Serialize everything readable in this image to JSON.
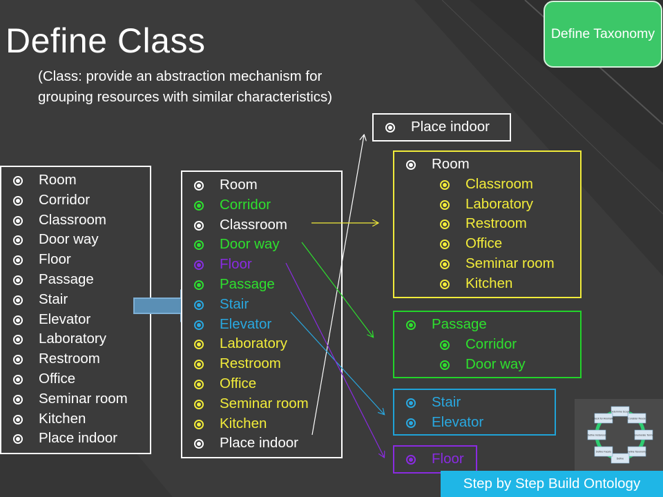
{
  "title": "Define Class",
  "subtitle": "(Class: provide an abstraction mechanism for grouping resources with similar characteristics)",
  "badge": "Define Taxonomy",
  "footer": "Step by Step Build Ontology",
  "left_list": [
    "Room",
    "Corridor",
    "Classroom",
    "Door way",
    "Floor",
    "Passage",
    "Stair",
    "Elevator",
    "Laboratory",
    "Restroom",
    "Office",
    "Seminar room",
    "Kitchen",
    "Place indoor"
  ],
  "mid_list": [
    {
      "label": "Room",
      "color": "#ffffff"
    },
    {
      "label": "Corridor",
      "color": "#2ee02e"
    },
    {
      "label": "Classroom",
      "color": "#ffffff"
    },
    {
      "label": "Door way",
      "color": "#2ee02e"
    },
    {
      "label": "Floor",
      "color": "#8a2be2"
    },
    {
      "label": "Passage",
      "color": "#2ee02e"
    },
    {
      "label": "Stair",
      "color": "#29a8e0"
    },
    {
      "label": "Elevator",
      "color": "#29a8e0"
    },
    {
      "label": "Laboratory",
      "color": "#f2ec3a"
    },
    {
      "label": "Restroom",
      "color": "#f2ec3a"
    },
    {
      "label": "Office",
      "color": "#f2ec3a"
    },
    {
      "label": "Seminar room",
      "color": "#f2ec3a"
    },
    {
      "label": "Kitchen",
      "color": "#f2ec3a"
    },
    {
      "label": "Place indoor",
      "color": "#ffffff"
    }
  ],
  "place_indoor": "Place indoor",
  "yellow_group": {
    "parent": "Room",
    "children": [
      "Classroom",
      "Laboratory",
      "Restroom",
      "Office",
      "Seminar room",
      "Kitchen"
    ],
    "color": "#f2ec3a"
  },
  "green_group": {
    "parent": "Passage",
    "children": [
      "Corridor",
      "Door way"
    ],
    "color": "#22d42a"
  },
  "blue_group": {
    "items": [
      "Stair",
      "Elevator"
    ],
    "color": "#1fa3d8"
  },
  "purple_group": {
    "items": [
      "Floor"
    ],
    "color": "#8a2be2"
  },
  "thumbnail": {
    "nodes": [
      "Determine Scope",
      "Consider Reuse",
      "Enumerate Terms",
      "Define Taxonomy",
      "Define",
      "Define Facets",
      "Define Instances",
      "Check for Anomalies"
    ]
  }
}
